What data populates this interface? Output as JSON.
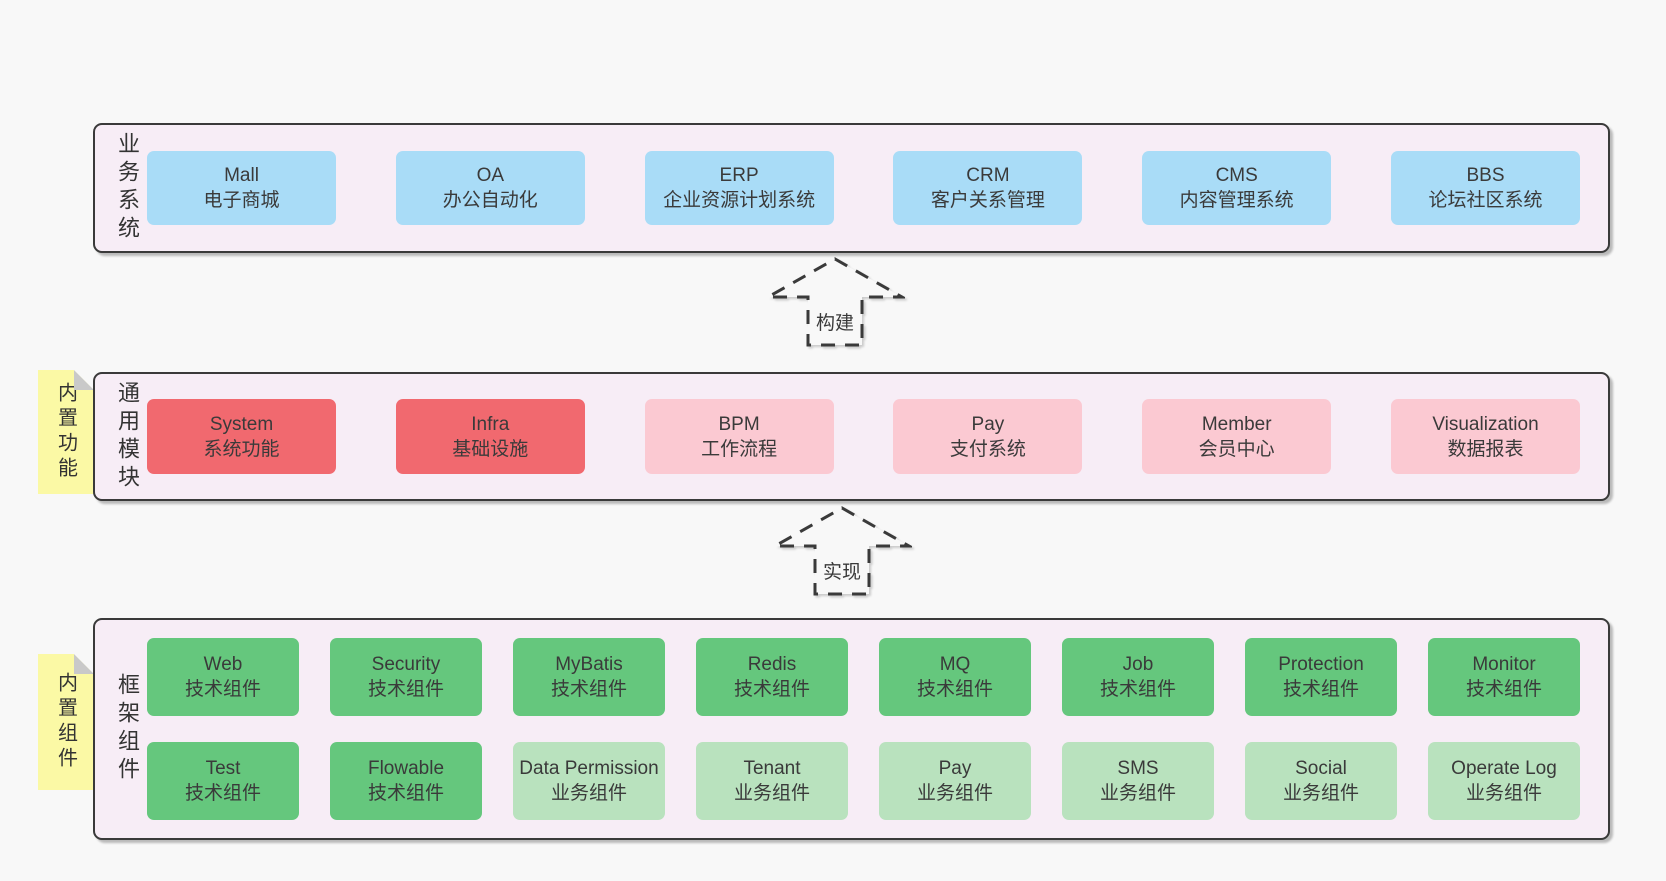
{
  "diagram": {
    "sections": {
      "business": {
        "label": "业务系统",
        "boxes": [
          {
            "name": "Mall",
            "desc": "电子商城"
          },
          {
            "name": "OA",
            "desc": "办公自动化"
          },
          {
            "name": "ERP",
            "desc": "企业资源计划系统"
          },
          {
            "name": "CRM",
            "desc": "客户关系管理"
          },
          {
            "name": "CMS",
            "desc": "内容管理系统"
          },
          {
            "name": "BBS",
            "desc": "论坛社区系统"
          }
        ]
      },
      "modules": {
        "label": "通用模块",
        "note": "内置功能",
        "boxes": [
          {
            "name": "System",
            "desc": "系统功能"
          },
          {
            "name": "Infra",
            "desc": "基础设施"
          },
          {
            "name": "BPM",
            "desc": "工作流程"
          },
          {
            "name": "Pay",
            "desc": "支付系统"
          },
          {
            "name": "Member",
            "desc": "会员中心"
          },
          {
            "name": "Visualization",
            "desc": "数据报表"
          }
        ]
      },
      "framework": {
        "label": "框架组件",
        "note": "内置组件",
        "row1": [
          {
            "name": "Web",
            "desc": "技术组件"
          },
          {
            "name": "Security",
            "desc": "技术组件"
          },
          {
            "name": "MyBatis",
            "desc": "技术组件"
          },
          {
            "name": "Redis",
            "desc": "技术组件"
          },
          {
            "name": "MQ",
            "desc": "技术组件"
          },
          {
            "name": "Job",
            "desc": "技术组件"
          },
          {
            "name": "Protection",
            "desc": "技术组件"
          },
          {
            "name": "Monitor",
            "desc": "技术组件"
          }
        ],
        "row2": [
          {
            "name": "Test",
            "desc": "技术组件"
          },
          {
            "name": "Flowable",
            "desc": "技术组件"
          },
          {
            "name": "Data Permission",
            "desc": "业务组件"
          },
          {
            "name": "Tenant",
            "desc": "业务组件"
          },
          {
            "name": "Pay",
            "desc": "业务组件"
          },
          {
            "name": "SMS",
            "desc": "业务组件"
          },
          {
            "name": "Social",
            "desc": "业务组件"
          },
          {
            "name": "Operate Log",
            "desc": "业务组件"
          }
        ]
      }
    },
    "arrows": {
      "build": "构建",
      "implement": "实现"
    },
    "colors": {
      "blue": "#a9dcf7",
      "red": "#f1696f",
      "pink": "#fbc9d2",
      "green": "#65c77d",
      "light_green": "#b9e2be",
      "yellow_note": "#fbf9a5",
      "container_bg": "#f7edf6",
      "page_bg": "#f8f8f8",
      "line": "#3a3a3a"
    }
  }
}
